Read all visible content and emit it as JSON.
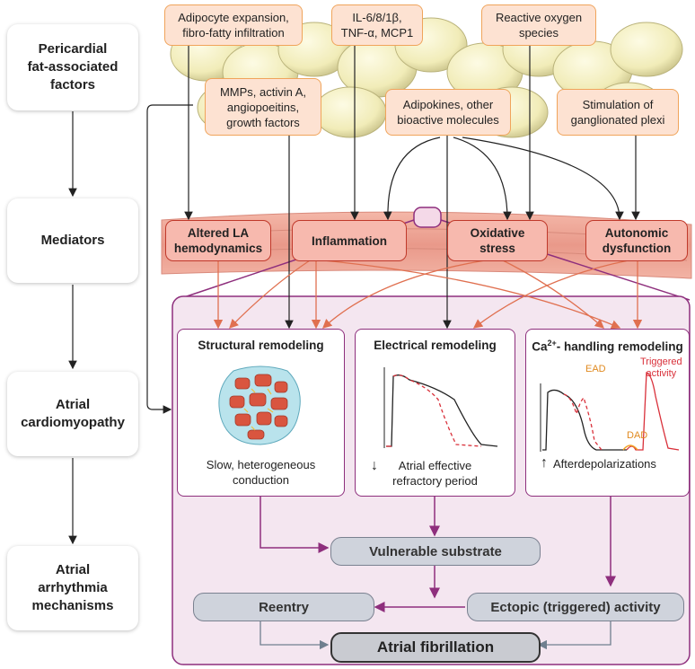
{
  "stages": [
    "Pericardial\nfat-associated\nfactors",
    "Mediators",
    "Atrial\ncardiomyopathy",
    "Atrial\narrhythmia\nmechanisms"
  ],
  "factors": {
    "adipocyte": "Adipocyte expansion,\nfibro-fatty infiltration",
    "interleukins": "IL-6/8/1β,\nTNF-α, MCP1",
    "ros": "Reactive oxygen\nspecies",
    "mmps": "MMPs, activin A,\nangiopoeitins,\ngrowth factors",
    "adipokines": "Adipokines, other\nbioactive molecules",
    "ganglionated": "Stimulation of\nganglionated plexi"
  },
  "mediators": {
    "altered_la": "Altered LA\nhemodynamics",
    "inflammation": "Inflammation",
    "oxidative": "Oxidative\nstress",
    "autonomic": "Autonomic\ndysfunction"
  },
  "panels": {
    "structural": {
      "title": "Structural remodeling",
      "caption": "Slow, heterogeneous\nconduction"
    },
    "electrical": {
      "title": "Electrical remodeling",
      "caption": "Atrial effective\nrefractory period",
      "arrow": "↓"
    },
    "calcium": {
      "title_prefix": "Ca",
      "title_sup": "2+",
      "title_suffix": "- handling remodeling",
      "caption": "Afterdepolarizations",
      "arrow": "↑",
      "ead": "EAD",
      "dad": "DAD",
      "triggered": "Triggered\nactivity"
    }
  },
  "mechanisms": {
    "substrate": "Vulnerable substrate",
    "reentry": "Reentry",
    "ectopic": "Ectopic (triggered) activity",
    "af": "Atrial fibrillation"
  },
  "colors": {
    "factor_fill": "#fde2d2",
    "factor_border": "#f0a45b",
    "mediator_fill": "#f7b9ae",
    "mediator_border": "#c0392b",
    "purple": "#8e2f7d",
    "orange_arrow": "#e07050",
    "pill": "#cfd3dc"
  }
}
